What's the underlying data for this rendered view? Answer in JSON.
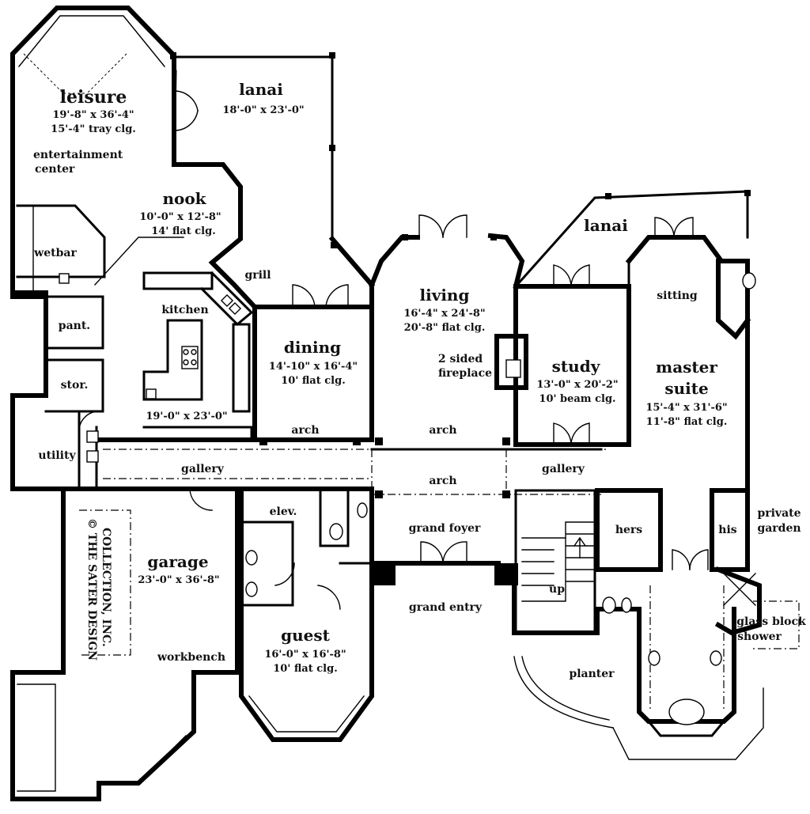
{
  "rooms": {
    "leisure": {
      "name": "leisure",
      "dim": "19'-8\"  x  36'-4\"",
      "ceiling": "15'-4\"  tray  clg."
    },
    "entertainment": {
      "line1": "entertainment",
      "line2": "center"
    },
    "lanai_left": {
      "name": "lanai",
      "dim": "18'-0\"  x  23'-0\""
    },
    "nook": {
      "name": "nook",
      "dim": "10'-0\" x 12'-8\"",
      "ceiling": "14' flat clg."
    },
    "wetbar": {
      "name": "wetbar"
    },
    "grill": {
      "name": "grill"
    },
    "kitchen": {
      "name": "kitchen",
      "dim": "19'-0\" x 23'-0\""
    },
    "pantry": {
      "name": "pant."
    },
    "storage": {
      "name": "stor."
    },
    "utility": {
      "name": "utility"
    },
    "dining": {
      "name": "dining",
      "dim": "14'-10\" x 16'-4\"",
      "ceiling": "10' flat clg."
    },
    "living": {
      "name": "living",
      "dim": "16'-4\" x 24'-8\"",
      "ceiling": "20'-8\" flat clg."
    },
    "fireplace": {
      "line1": "2 sided",
      "line2": "fireplace"
    },
    "lanai_right": {
      "name": "lanai"
    },
    "study": {
      "name": "study",
      "dim": "13'-0\" x 20'-2\"",
      "ceiling": "10' beam clg."
    },
    "sitting": {
      "name": "sitting"
    },
    "master": {
      "line1": "master",
      "line2": "suite",
      "dim": "15'-4\" x 31'-6\"",
      "ceiling": "11'-8\" flat clg."
    },
    "gallery_left": {
      "name": "gallery"
    },
    "gallery_right": {
      "name": "gallery"
    },
    "arch_dining": {
      "name": "arch"
    },
    "arch_living": {
      "name": "arch"
    },
    "arch_foyer": {
      "name": "arch"
    },
    "elevator": {
      "name": "elev."
    },
    "garage": {
      "name": "garage",
      "dim": "23'-0\" x 36'-8\""
    },
    "copyright": {
      "line1": "© THE SATER DESIGN",
      "line2": "COLLECTION, INC."
    },
    "workbench": {
      "name": "workbench"
    },
    "grand_foyer": {
      "name": "grand foyer"
    },
    "grand_entry": {
      "name": "grand entry"
    },
    "stair_up": {
      "name": "up"
    },
    "hers": {
      "name": "hers"
    },
    "his": {
      "name": "his"
    },
    "private_garden": {
      "line1": "private",
      "line2": "garden"
    },
    "shower": {
      "line1": "glass block",
      "line2": "shower"
    },
    "guest": {
      "name": "guest",
      "dim": "16'-0\" x 16'-8\"",
      "ceiling": "10' flat clg."
    },
    "planter": {
      "name": "planter"
    }
  }
}
